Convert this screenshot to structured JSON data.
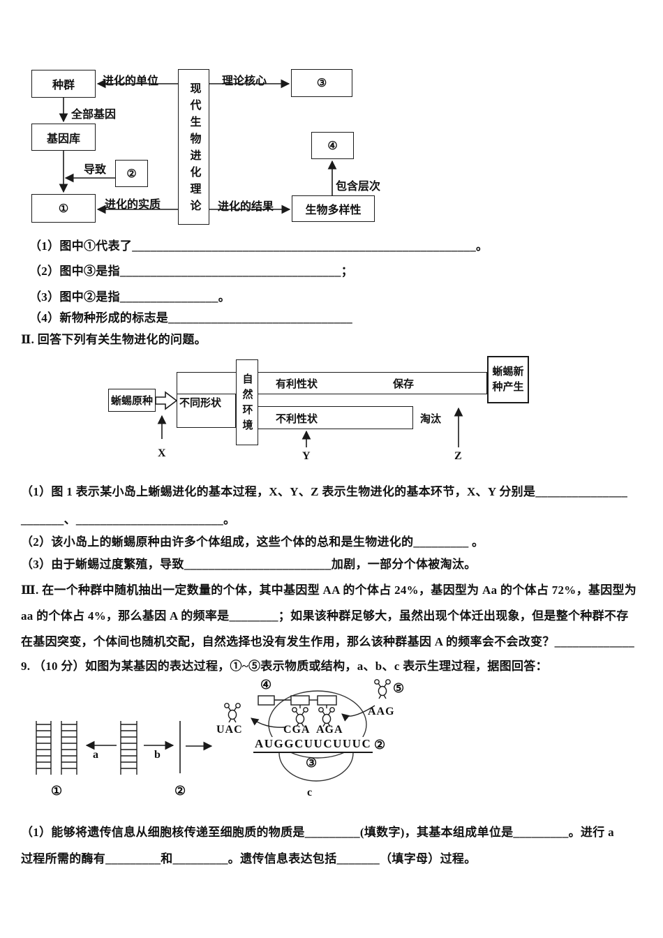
{
  "part1": {
    "diagram": {
      "box_population": "种群",
      "box_genepool": "基因库",
      "box_1": "①",
      "box_2": "②",
      "box_3": "③",
      "box_4": "④",
      "box_biodiversity": "生物多样性",
      "box_center_vertical": "现代生物进化理论",
      "lbl_unit": "进化的单位",
      "lbl_core": "理论核心",
      "lbl_all_genes": "全部基因",
      "lbl_cause": "导致",
      "lbl_essence": "进化的实质",
      "lbl_result": "进化的结果",
      "lbl_levels": "包含层次"
    },
    "q1": "（1）图中①代表了________________________________________________________。",
    "q2": "（2）图中③是指____________________________________；",
    "q3": "（3）图中②是指________________。",
    "q4": "（4）新物种形成的标志是______________________________"
  },
  "part2": {
    "heading": "Ⅱ. 回答下列有关生物进化的问题。",
    "diagram": {
      "box_origin": "蜥蜴原种",
      "lbl_shapes": "不同形状",
      "box_env_vertical": "自然环境",
      "lbl_favorable": "有利性状",
      "lbl_keep": "保存",
      "lbl_unfavorable": "不利性状",
      "lbl_eliminate": "淘汰",
      "box_new_line1": "蜥蜴新",
      "box_new_line2": "种产生",
      "lbl_x": "X",
      "lbl_y": "Y",
      "lbl_z": "Z"
    },
    "q1a": "（1）图 1 表示某小岛上蜥蜴进化的基本过程，X、Y、Z 表示生物进化的基本环节，X、Y 分别是_______________",
    "q1b": "_______、________________________。",
    "q2": "（2）该小岛上的蜥蜴原种由许多个体组成，这些个体的总和是生物进化的_________ 。",
    "q3": "（3）由于蜥蜴过度繁殖，导致________________________加剧，一部分个体被淘汰。"
  },
  "part3": {
    "line1": "Ⅲ. 在一个种群中随机抽出一定数量的个体，其中基因型 AA 的个体占 24%，基因型为 Aa 的个体占 72%，基因型为",
    "line2": "aa 的个体占 4%，那么基因 A 的频率是________；如果该种群足够大，虽然出现个体迁出现象，但是整个种群不存",
    "line3": "在基因突变，个体间也随机交配，自然选择也没有发生作用，那么该种群基因 A 的频率会不会改变？_____________"
  },
  "q9": {
    "intro": "9. （10 分）如图为某基因的表达过程，①~⑤表示物质或结构，a、b、c 表示生理过程，据图回答：",
    "diagram": {
      "lbl_1": "①",
      "lbl_2": "②",
      "lbl_2b": "②",
      "lbl_3": "③",
      "lbl_4": "④",
      "lbl_5": "⑤",
      "lbl_a": "a",
      "lbl_b": "b",
      "lbl_c": "c",
      "anticodon_uac": "UAC",
      "trna_aag": "AAG",
      "anticodon_cga": "CGA",
      "anticodon_aga": "AGA",
      "mrna": "AUGGCUUCUUUC"
    },
    "q1a": "（1）能够将遗传信息从细胞核传递至细胞质的物质是_________(填数字)，其基本组成单位是_________。进行 a",
    "q1b": "过程所需的酶有_________和_________。遗传信息表达包括_______（填字母）过程。"
  }
}
